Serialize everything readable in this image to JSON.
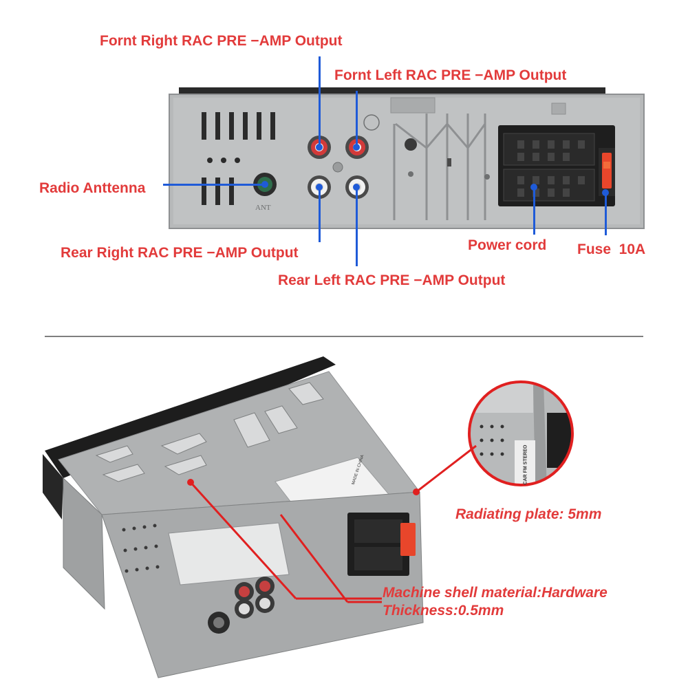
{
  "top_panel": {
    "labels": {
      "front_right": "Fornt Right RAC PRE −AMP Output",
      "front_left": "Fornt Left RAC PRE −AMP Output",
      "radio_antenna": "Radio Anttenna",
      "rear_right": "Rear Right RAC PRE −AMP Output",
      "rear_left": "Rear Left RAC PRE −AMP Output",
      "power_cord": "Power cord",
      "fuse": "Fuse  10A"
    },
    "ant_marking": "ANT"
  },
  "bottom_panel": {
    "labels": {
      "radiating_plate": "Radiating plate: 5mm",
      "shell_material": "Machine shell material:Hardware",
      "thickness": "Thickness:0.5mm"
    },
    "sticker_text": "MADE IN CHINA",
    "zoom_sticker_text": "CAR FM STEREO"
  },
  "colors": {
    "label_red": "#e23b3b",
    "callout_blue": "#1f5bd8",
    "callout_red": "#e02020",
    "metal_gray": "#b9bbbc",
    "connector_black": "#1e1e1e"
  }
}
